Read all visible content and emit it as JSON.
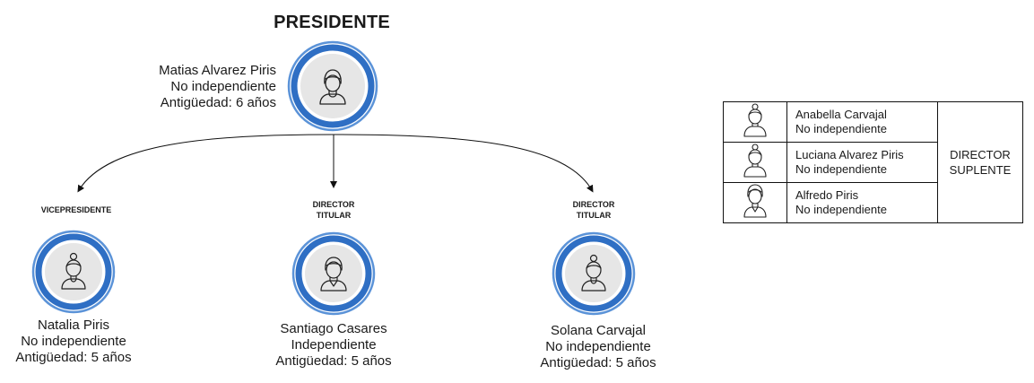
{
  "presidente": {
    "role": "PRESIDENTE",
    "name": "Matias Alvarez Piris",
    "status": "No independiente",
    "tenure": "Antigüedad: 6 años",
    "icon": "man-avatar-icon"
  },
  "vicepresidente": {
    "role": "VICEPRESIDENTE",
    "name": "Natalia Piris",
    "status": "No independiente",
    "tenure": "Antigüedad: 5 años",
    "icon": "woman-avatar-icon"
  },
  "director_1": {
    "role_line1": "DIRECTOR",
    "role_line2": "TITULAR",
    "name": "Santiago Casares",
    "status": "Independiente",
    "tenure": "Antigüedad: 5 años",
    "icon": "man-avatar-icon"
  },
  "director_2": {
    "role_line1": "DIRECTOR",
    "role_line2": "TITULAR",
    "name": "Solana Carvajal",
    "status": "No independiente",
    "tenure": "Antigüedad: 5 años",
    "icon": "woman-avatar-icon"
  },
  "suplentes": {
    "role_line1": "DIRECTOR",
    "role_line2": "SUPLENTE",
    "members": [
      {
        "name": "Anabella Carvajal",
        "status": "No independiente",
        "icon": "woman-avatar-icon"
      },
      {
        "name": "Luciana Alvarez Piris",
        "status": "No independiente",
        "icon": "woman-avatar-icon"
      },
      {
        "name": "Alfredo Piris",
        "status": "No independiente",
        "icon": "man-avatar-icon"
      }
    ]
  },
  "colors": {
    "ring_dark": "#2f6fc4",
    "ring_light": "#5b93d8",
    "inner_fill": "#e6e6e6",
    "text": "#1a1a1a"
  }
}
